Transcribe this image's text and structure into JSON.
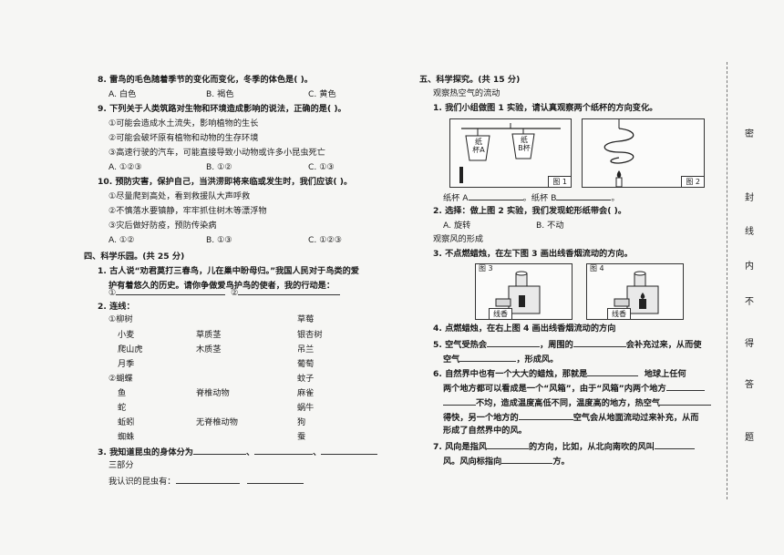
{
  "left": {
    "q8": {
      "stem": "8. 雷鸟的毛色随着季节的变化而变化，冬季的体色是(     )。",
      "options": [
        "A. 白色",
        "B. 褐色",
        "C. 黄色"
      ]
    },
    "q9": {
      "stem": "9. 下列关于人类筑路对生物和环境造成影响的说法，正确的是(     )。",
      "items": [
        "①可能会造成水土流失，影响植物的生长",
        "②可能会破坏原有植物和动物的生存环境",
        "③高速行驶的汽车，可能直接导致小动物或许多小昆虫死亡"
      ],
      "options": [
        "A. ①②③",
        "B. ①②",
        "C. ①③"
      ]
    },
    "q10": {
      "stem": "10. 预防灾害，保护自己，当洪涝即将来临或发生时，我们应该(     )。",
      "items": [
        "①尽量爬到高处，看到救援队大声呼救",
        "②不慎落水要镇静，牢牢抓住树木等漂浮物",
        "③灾后做好防疫，预防传染病"
      ],
      "options": [
        "A. ①②",
        "B. ①③",
        "C. ①②③"
      ]
    },
    "section4": "四、科学乐园。(共 25 分)",
    "s4q1": {
      "line1": "1. 古人说“劝君莫打三春鸟，儿在巢中盼母归。”我国人民对于鸟类的爱",
      "line2": "护有着悠久的历史。请你争做爱鸟护鸟的使者，我的行动是：",
      "m1": "①",
      "m2": "②"
    },
    "s4q2": {
      "title": "2. 连线：",
      "left_col": [
        "①柳树",
        "小麦",
        "爬山虎",
        "月季",
        "②蝴蝶",
        "鱼",
        "蛇",
        "蚯蚓",
        "蜘蛛"
      ],
      "mid_col": [
        "草质茎",
        "木质茎",
        "脊椎动物",
        "无脊椎动物"
      ],
      "right_col": [
        "草莓",
        "银杏树",
        "吊兰",
        "葡萄",
        "蚊子",
        "麻雀",
        "蜗牛",
        "狗",
        "蚕"
      ]
    },
    "s4q3": {
      "line1": "3. 我知道昆虫的身体分为",
      "sep": "、",
      "line2": "三部分",
      "line3": "我认识的昆虫有："
    }
  },
  "right": {
    "section5": "五、科学探究。(共 15 分)",
    "sub1": "观察热空气的流动",
    "q1": "1. 我们小组做图 1 实验，请认真观察两个纸杯的方向变化。",
    "fig1": {
      "label": "图 1",
      "cupA": [
        "纸",
        "杯",
        "A"
      ],
      "cupB": [
        "纸",
        "杯",
        "B"
      ]
    },
    "fig2": {
      "label": "图 2"
    },
    "q1_answer": {
      "a": "纸杯 A",
      "b": "。纸杯 B",
      "end": "。"
    },
    "q2": "2. 选择：做上图 2 实验，我们发现蛇形纸带会(     )。",
    "q2_options": [
      "A. 旋转",
      "B. 不动"
    ],
    "sub2": "观察风的形成",
    "q3": "3. 不点燃蜡烛，在左下图 3 画出线香烟流动的方向。",
    "fig3": {
      "label": "图 3",
      "incense": "线香"
    },
    "fig4": {
      "label": "图 4",
      "incense": "线香"
    },
    "q4": "4. 点燃蜡烛，在右上图 4 画出线香烟流动的方向",
    "q5": {
      "a": "5. 空气受热会",
      "b": "，周围的",
      "c": "会补充过来，从而使",
      "d": "空气",
      "e": "，形成风。"
    },
    "q6": {
      "l1a": "6. 自然界中也有一个大大的蜡烛，那就是",
      "l1b": "地球上任何",
      "l2a": "两个地方都可以看成是一个“风箱”，由于“风箱”内两个地方",
      "l3a": "不均，造成温度高低不同，温度高的地方，热空气",
      "l4a": "得快，另一个地方的",
      "l4b": "空气会从地面流动过来补充，从而",
      "l5a": "形成了自然界中的风。"
    },
    "q7": {
      "l1a": "7. 风向是指风",
      "l1b": "的方向，比如，从北向南吹的风叫",
      "l2a": "风。风向标指向",
      "l2b": "方。"
    }
  },
  "side_chars": [
    "密",
    "封",
    "线",
    "内",
    "不",
    "得",
    "答",
    "题"
  ]
}
